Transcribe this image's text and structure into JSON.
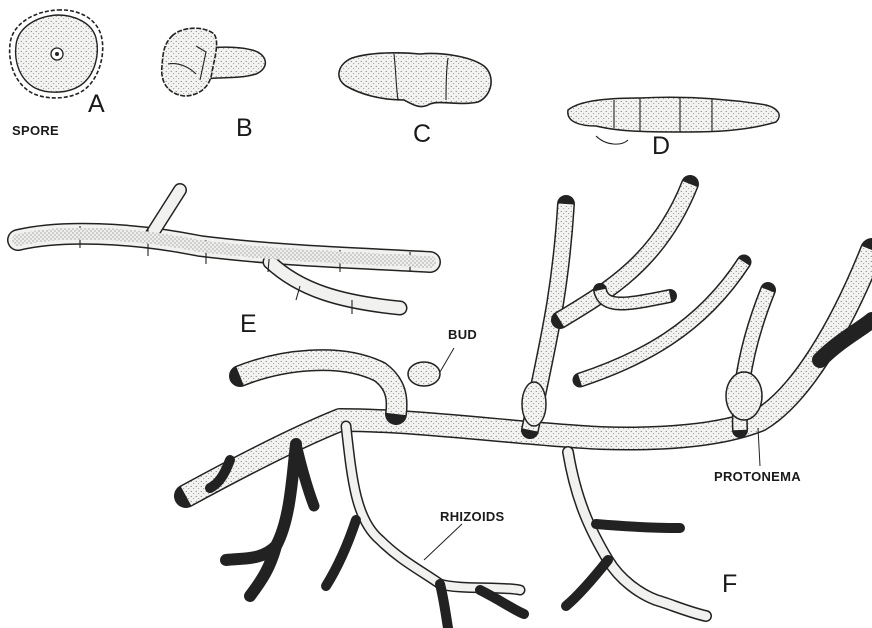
{
  "labels": {
    "spore_caption": "SPORE",
    "a": "A",
    "b": "B",
    "c": "C",
    "d": "D",
    "e": "E",
    "f": "F",
    "bud": "BUD",
    "rhizoids": "RHIZOIDS",
    "protonema": "PROTONEMA"
  }
}
